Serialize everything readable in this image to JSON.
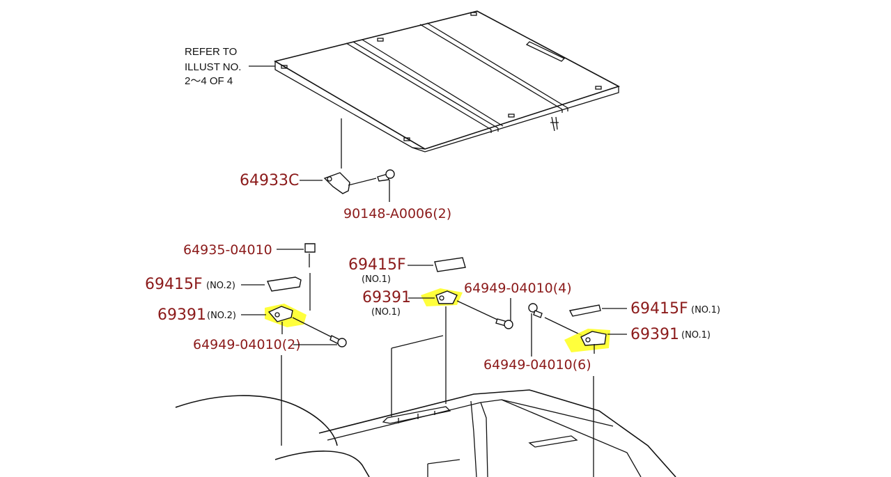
{
  "refer_note": {
    "line1": "REFER TO",
    "line2": "ILLUST NO.",
    "line3": "2〜4 OF 4"
  },
  "callouts": {
    "p64933c": "64933C",
    "p90148": "90148-A0006(2)",
    "p64935": "64935-04010",
    "p69415f_left": "69415F",
    "p69415f_left_note": "(NO.2)",
    "p69391_left": "69391",
    "p69391_left_note": "(NO.2)",
    "p64949_left": "64949-04010(2)",
    "p69415f_mid": "69415F",
    "p69415f_mid_note": "(NO.1)",
    "p69391_mid": "69391",
    "p69391_mid_note": "(NO.1)",
    "p64949_mid": "64949-04010(4)",
    "p69415f_right": "69415F",
    "p69415f_right_note": "(NO.1)",
    "p69391_right": "69391",
    "p69391_right_note": "(NO.1)",
    "p64949_right": "64949-04010(6)"
  },
  "colors": {
    "part_number": "#8b1a1a",
    "highlight": "#ffff1a",
    "line": "#111111"
  }
}
